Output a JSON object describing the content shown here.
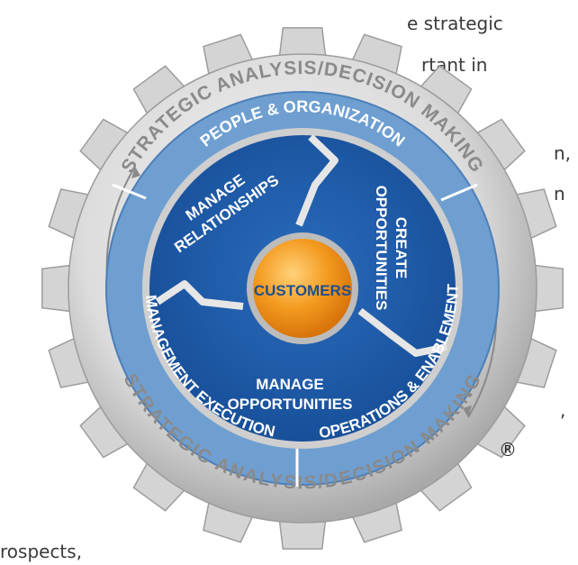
{
  "background_text": {
    "line1": "e strategic",
    "line2": "rtant in",
    "line3": "n,",
    "line4": "n",
    "line5": ",",
    "line6": "rospects,"
  },
  "diagram": {
    "outer_ring_top": "STRATEGIC ANALYSIS/DECISION MAKING",
    "outer_ring_bottom": "STRATEGIC ANALYSIS/DECISION MAKING",
    "band_top": "PEOPLE & ORGANIZATION",
    "band_right": "OPERATIONS & ENABLEMENT",
    "band_left": "MANAGEMENT EXECUTION",
    "segment_upper_left_1": "MANAGE",
    "segment_upper_left_2": "RELATIONSHIPS",
    "segment_right_1": "CREATE",
    "segment_right_2": "OPPORTUNITIES",
    "segment_bottom_1": "MANAGE",
    "segment_bottom_2": "OPPORTUNITIES",
    "center_label": "CUSTOMERS",
    "registered_mark": "®"
  },
  "colors": {
    "gear_light": "#ececec",
    "gear_dark": "#9a9a9a",
    "band_blue": "#6f9fd1",
    "main_blue": "#1e5aa7",
    "center_orange": "#f39a1f",
    "text_white": "#ffffff",
    "ring_text": "#8a8a8a"
  }
}
